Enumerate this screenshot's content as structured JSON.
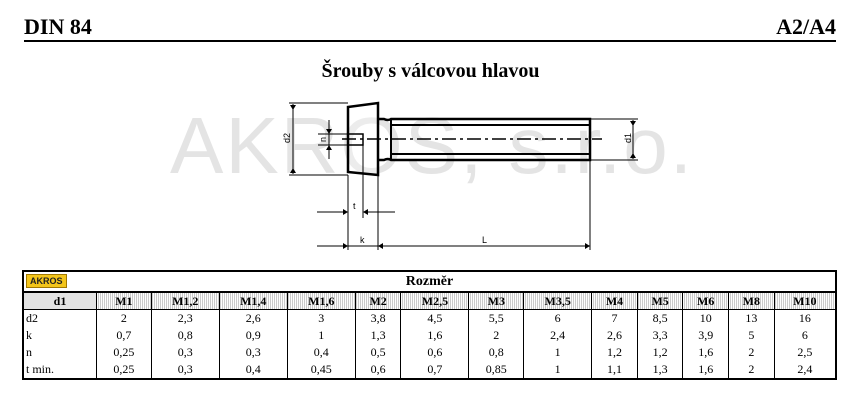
{
  "header": {
    "left": "DIN 84",
    "right": "A2/A4"
  },
  "title": "Šrouby s válcovou hlavou",
  "watermark": "AKROS, s.r.o.",
  "logo": "AKROS",
  "drawing": {
    "labels": {
      "d2": "d2",
      "n": "n",
      "d1": "d1",
      "t": "t",
      "k": "k",
      "L": "L"
    }
  },
  "table": {
    "caption": "Rozměr",
    "col_header": "d1",
    "sizes": [
      "M1",
      "M1,2",
      "M1,4",
      "M1,6",
      "M2",
      "M2,5",
      "M3",
      "M3,5",
      "M4",
      "M5",
      "M6",
      "M8",
      "M10"
    ],
    "rows": [
      {
        "label": "d2",
        "values": [
          "2",
          "2,3",
          "2,6",
          "3",
          "3,8",
          "4,5",
          "5,5",
          "6",
          "7",
          "8,5",
          "10",
          "13",
          "16"
        ]
      },
      {
        "label": "k",
        "values": [
          "0,7",
          "0,8",
          "0,9",
          "1",
          "1,3",
          "1,6",
          "2",
          "2,4",
          "2,6",
          "3,3",
          "3,9",
          "5",
          "6"
        ]
      },
      {
        "label": "n",
        "values": [
          "0,25",
          "0,3",
          "0,3",
          "0,4",
          "0,5",
          "0,6",
          "0,8",
          "1",
          "1,2",
          "1,2",
          "1,6",
          "2",
          "2,5"
        ]
      },
      {
        "label": "t min.",
        "values": [
          "0,25",
          "0,3",
          "0,4",
          "0,45",
          "0,6",
          "0,7",
          "0,85",
          "1",
          "1,1",
          "1,3",
          "1,6",
          "2",
          "2,4"
        ]
      }
    ]
  }
}
